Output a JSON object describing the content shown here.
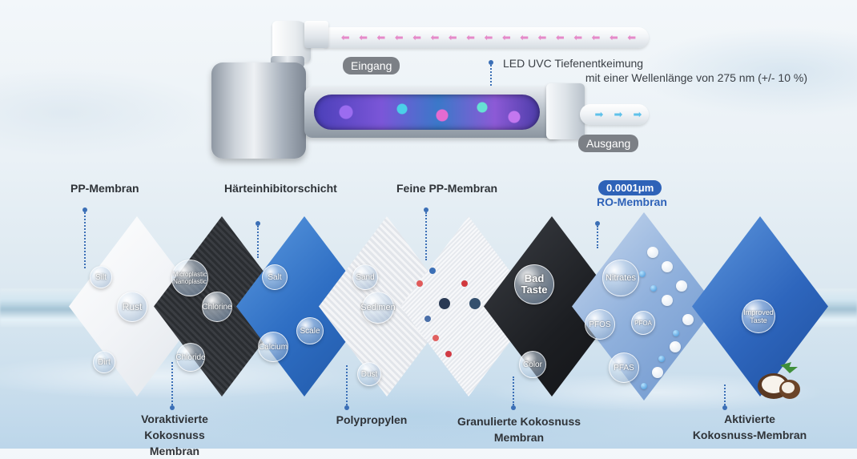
{
  "uv_unit": {
    "inlet_label": "Eingang",
    "outlet_label": "Ausgang",
    "led_line1": "LED UVC Tiefenentkeimung",
    "led_line2": "mit einer Wellenlänge von 275 nm (+/- 10 %)",
    "inlet_arrow_color": "#e58ac9",
    "outlet_arrow_color": "#5fc1ea"
  },
  "top_labels": {
    "pp_membrane": "PP-Membran",
    "hardness_layer": "Härteinhibitorschicht",
    "fine_pp": "Feine PP-Membran",
    "ro_size": "0.0001μm",
    "ro_membrane": "RO-Membran"
  },
  "bottom_labels": {
    "preactivated_coconut_1": "Voraktivierte Kokosnuss",
    "preactivated_coconut_2": "Membran",
    "polypropylene": "Polypropylen",
    "granulated_coconut_1": "Granulierte Kokosnuss",
    "granulated_coconut_2": "Membran",
    "activated_coconut_1": "Aktivierte",
    "activated_coconut_2": "Kokosnuss-Membran"
  },
  "contaminants": {
    "silt": "Silt",
    "rust": "Rust",
    "dirt": "Dirt",
    "microplastic_1": "Microplastic",
    "microplastic_2": "Nanoplastic",
    "chlorine": "Chlorine",
    "chloride": "Chloride",
    "salt": "Salt",
    "calcium": "Calcium",
    "scale": "Scale",
    "sand": "Sand",
    "sediment": "Sedimen",
    "dust": "Dust",
    "bad_taste_1": "Bad",
    "bad_taste_2": "Taste",
    "color": "Color",
    "nitrates": "Nitrates",
    "pfos": "PFOS",
    "pfoa": "PFOA",
    "pfas": "PFAS",
    "improved_1": "Improved",
    "improved_2": "Taste"
  },
  "colors": {
    "accent_blue": "#2e62b8",
    "pill_gray": "#7c8086",
    "label_text": "#2f3338"
  }
}
